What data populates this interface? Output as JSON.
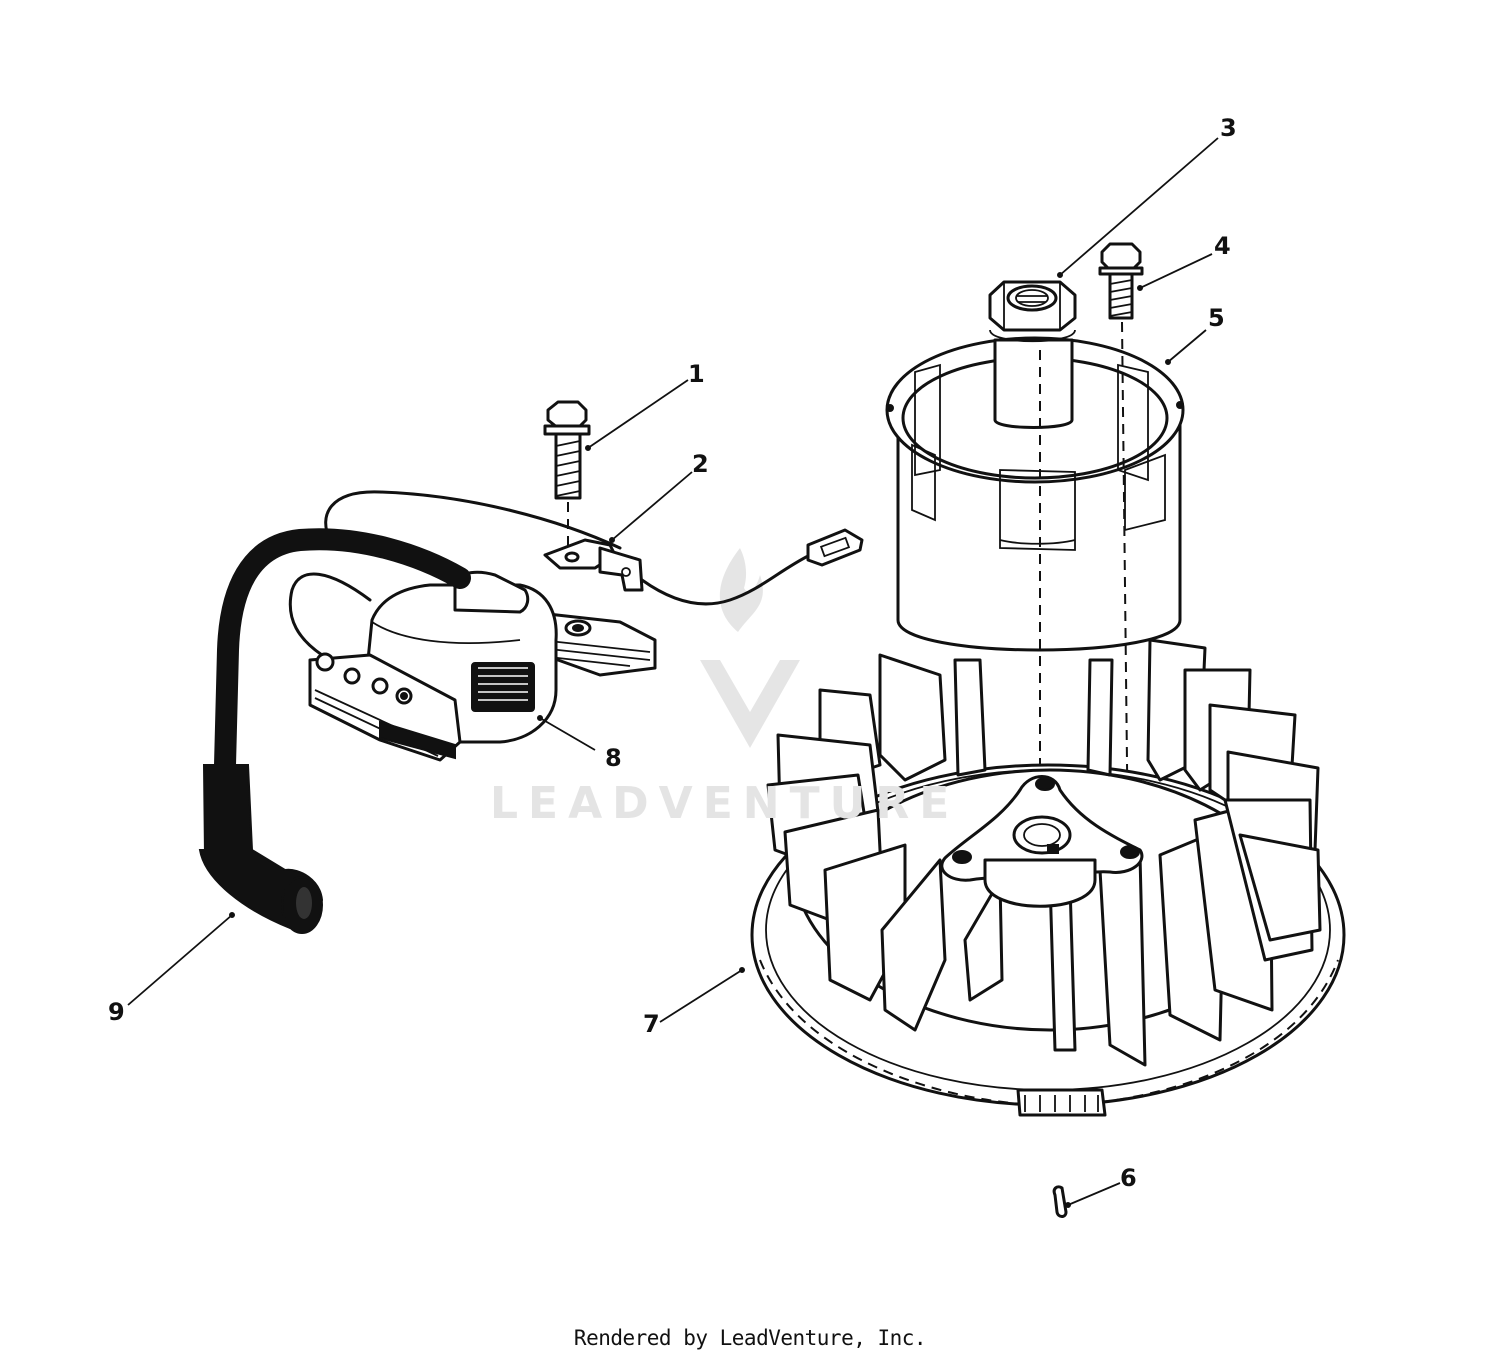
{
  "callouts": {
    "c1": "1",
    "c2": "2",
    "c3": "3",
    "c4": "4",
    "c5": "5",
    "c6": "6",
    "c7": "7",
    "c8": "8",
    "c9": "9"
  },
  "watermark": {
    "text": "LEADVENTURE",
    "color": "#e4e4e4"
  },
  "footer": {
    "text": "Rendered by LeadVenture, Inc."
  },
  "colors": {
    "ink": "#111111",
    "paper": "#ffffff"
  }
}
